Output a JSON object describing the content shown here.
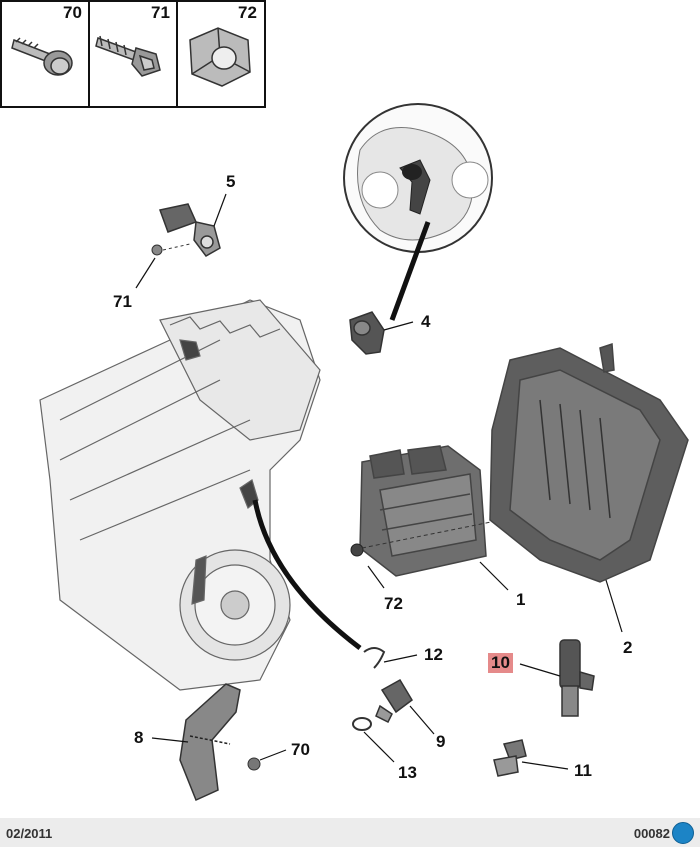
{
  "legend": {
    "parts": [
      {
        "label": "70",
        "icon": "bolt-washer-icon"
      },
      {
        "label": "71",
        "icon": "screw-icon"
      },
      {
        "label": "72",
        "icon": "nut-icon"
      }
    ]
  },
  "callouts": {
    "c1": "1",
    "c2": "2",
    "c4": "4",
    "c5": "5",
    "c8": "8",
    "c9": "9",
    "c10": "10",
    "c11": "11",
    "c12": "12",
    "c13": "13",
    "c70": "70",
    "c71": "71",
    "c72": "72"
  },
  "highlight_color": "#e58a8a",
  "footer": {
    "date": "02/2011",
    "code": "00082"
  }
}
